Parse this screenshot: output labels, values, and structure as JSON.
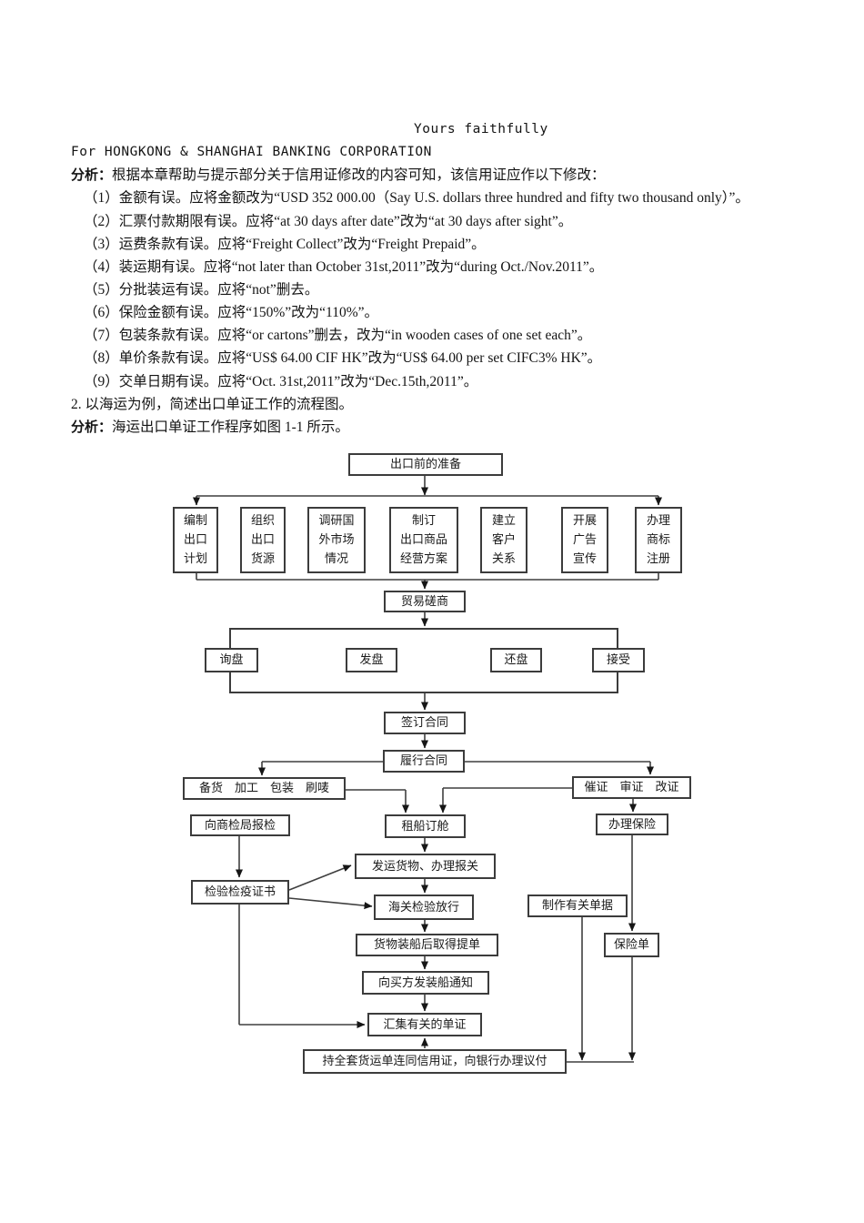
{
  "doc": {
    "closing": "Yours faithfully",
    "signature": "For HONGKONG & SHANGHAI BANKING CORPORATION",
    "analysis1_label": "分析：",
    "analysis1_text": "根据本章帮助与提示部分关于信用证修改的内容可知，该信用证应作以下修改：",
    "items": [
      "（1）金额有误。应将金额改为“USD 352 000.00（Say U.S. dollars three hundred and fifty two thousand only）”。",
      "（2）汇票付款期限有误。应将“at 30 days after date”改为“at 30 days after sight”。",
      "（3）运费条款有误。应将“Freight Collect”改为“Freight Prepaid”。",
      "（4）装运期有误。应将“not later than October 31st,2011”改为“during Oct./Nov.2011”。",
      "（5）分批装运有误。应将“not”删去。",
      "（6）保险金额有误。应将“150%”改为“110%”。",
      "（7）包装条款有误。应将“or cartons”删去，改为“in wooden cases of one set each”。",
      "（8）单价条款有误。应将“US$ 64.00 CIF HK”改为“US$ 64.00 per set CIFC3% HK”。",
      "（9）交单日期有误。应将“Oct. 31st,2011”改为“Dec.15th,2011”。"
    ],
    "question2": "2. 以海运为例，简述出口单证工作的流程图。",
    "analysis2_label": "分析：",
    "analysis2_text": "海运出口单证工作程序如图 1-1 所示。"
  },
  "flowchart": {
    "labels": {
      "prep": "出口前的准备",
      "p1": "编制\n出口\n计划",
      "p2": "组织\n出口\n货源",
      "p3": "调研国\n外市场\n情况",
      "p4": "制订\n出口商品\n经营方案",
      "p5": "建立\n客户\n关系",
      "p6": "开展\n广告\n宣传",
      "p7": "办理\n商标\n注册",
      "negotiation": "贸易磋商",
      "inquiry": "询盘",
      "offer": "发盘",
      "counter": "还盘",
      "accept": "接受",
      "sign": "签订合同",
      "perform": "履行合同",
      "prepgoods": "备货　加工　包装　刷唛",
      "lcwork": "催证　审证　改证",
      "inspectapply": "向商检局报检",
      "charter": "租船订舱",
      "insure": "办理保险",
      "cert": "检验检疫证书",
      "shipcustoms": "发运货物、办理报关",
      "customsrelease": "海关检验放行",
      "makedocs": "制作有关单据",
      "bl": "货物装船后取得提单",
      "policy": "保险单",
      "notice": "向买方发装船通知",
      "collect": "汇集有关的单证",
      "negotiatebank": "持全套货运单连同信用证，向银行办理议付"
    }
  }
}
